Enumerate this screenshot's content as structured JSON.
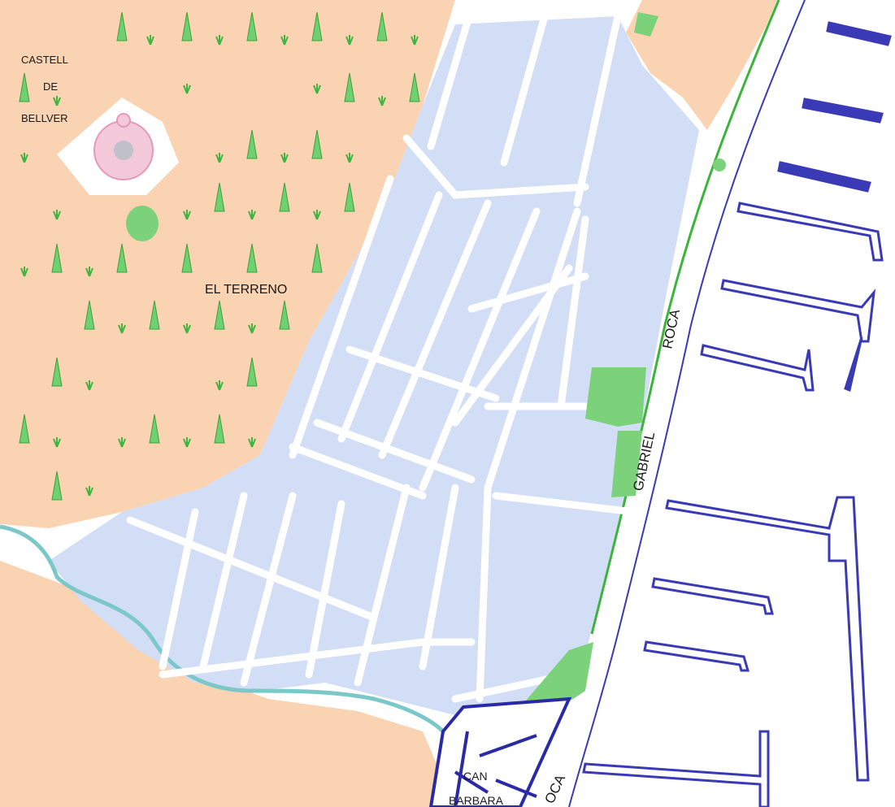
{
  "map": {
    "labels": {
      "castell": "CASTELL",
      "de": "DE",
      "bellver": "BELLVER",
      "terreno": "EL TERRENO",
      "roca_north": "ROCA",
      "gabriel": "GABRIEL",
      "can": "CAN",
      "barbara": "BARBARA",
      "roca_south": "OCA"
    },
    "colors": {
      "land": "#f9d3b2",
      "urban": "#d2def6",
      "road": "#fdfdfd",
      "park": "#7bd27b",
      "water": "#7cc8c8",
      "pier": "#3a3ab6",
      "tree": "#6fd06f",
      "sea": "#ffffff"
    }
  }
}
